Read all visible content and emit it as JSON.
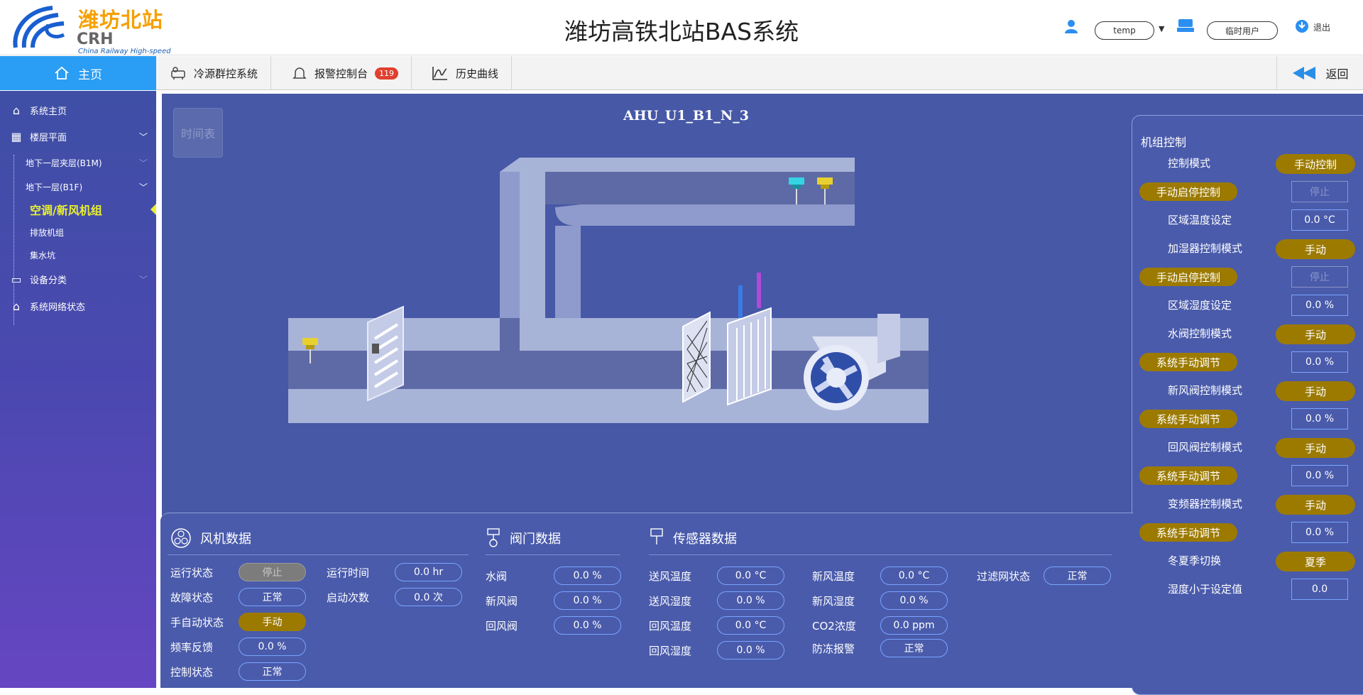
{
  "header": {
    "logo_text": "潍坊北站",
    "logo_crh": "CRH",
    "logo_sub": "China Railway High-speed",
    "title": "潍坊高铁北站BAS系统",
    "user": "temp",
    "user_role": "临时用户",
    "logout": "退出"
  },
  "nav": {
    "home": "主页",
    "tabs": [
      {
        "label": "冷源群控系统"
      },
      {
        "label": "报警控制台",
        "badge": "119"
      },
      {
        "label": "历史曲线"
      }
    ],
    "back": "返回"
  },
  "sidebar": {
    "items": [
      {
        "label": "系统主页"
      },
      {
        "label": "楼层平面"
      },
      {
        "label": "地下一层夹层(B1M)"
      },
      {
        "label": "地下一层(B1F)"
      },
      {
        "label": "空调/新风机组"
      },
      {
        "label": "排放机组"
      },
      {
        "label": "集水坑"
      },
      {
        "label": "设备分类"
      },
      {
        "label": "系统网络状态"
      }
    ]
  },
  "main": {
    "schedule_button": "时间表",
    "ahu_title": "AHU_U1_B1_N_3"
  },
  "control": {
    "title": "机组控制",
    "rows": [
      {
        "label": "控制模式",
        "value": "手动控制"
      },
      {
        "label": "手动启停控制",
        "value": "停止"
      },
      {
        "label": "区域温度设定",
        "value": "0.0 °C"
      },
      {
        "label": "加湿器控制模式",
        "value": "手动"
      },
      {
        "label": "手动启停控制",
        "value": "停止"
      },
      {
        "label": "区域湿度设定",
        "value": "0.0 %"
      },
      {
        "label": "水阀控制模式",
        "value": "手动"
      },
      {
        "label": "系统手动调节",
        "value": "0.0 %"
      },
      {
        "label": "新风阀控制模式",
        "value": "手动"
      },
      {
        "label": "系统手动调节",
        "value": "0.0 %"
      },
      {
        "label": "回风阀控制模式",
        "value": "手动"
      },
      {
        "label": "系统手动调节",
        "value": "0.0 %"
      },
      {
        "label": "变频器控制模式",
        "value": "手动"
      },
      {
        "label": "系统手动调节",
        "value": "0.0 %"
      },
      {
        "label": "冬夏季切换",
        "value": "夏季"
      },
      {
        "label": "湿度小于设定值",
        "value": "0.0"
      }
    ]
  },
  "fan": {
    "title": "风机数据",
    "left": [
      {
        "label": "运行状态",
        "value": "停止"
      },
      {
        "label": "故障状态",
        "value": "正常"
      },
      {
        "label": "手自动状态",
        "value": "手动"
      },
      {
        "label": "频率反馈",
        "value": "0.0 %"
      },
      {
        "label": "控制状态",
        "value": "正常"
      }
    ],
    "right": [
      {
        "label": "运行时间",
        "value": "0.0 hr"
      },
      {
        "label": "启动次数",
        "value": "0.0 次"
      }
    ]
  },
  "valve": {
    "title": "阀门数据",
    "rows": [
      {
        "label": "水阀",
        "value": "0.0 %"
      },
      {
        "label": "新风阀",
        "value": "0.0 %"
      },
      {
        "label": "回风阀",
        "value": "0.0 %"
      }
    ]
  },
  "sensor": {
    "title": "传感器数据",
    "col1": [
      {
        "label": "送风温度",
        "value": "0.0 °C"
      },
      {
        "label": "送风湿度",
        "value": "0.0 %"
      },
      {
        "label": "回风温度",
        "value": "0.0 °C"
      },
      {
        "label": "回风湿度",
        "value": "0.0 %"
      }
    ],
    "col2": [
      {
        "label": "新风温度",
        "value": "0.0 °C"
      },
      {
        "label": "新风湿度",
        "value": "0.0 %"
      },
      {
        "label": "CO2浓度",
        "value": "0.0 ppm"
      },
      {
        "label": "防冻报警",
        "value": "正常"
      }
    ],
    "col3": [
      {
        "label": "过滤网状态",
        "value": "正常"
      }
    ]
  },
  "colors": {
    "accent": "#2a9df4",
    "panel": "#4658a6",
    "gold": "#9c7a00",
    "highlight": "#e8f030"
  }
}
